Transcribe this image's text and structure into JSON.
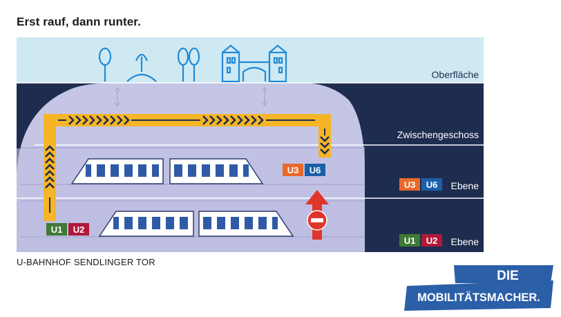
{
  "title": "Erst rauf, dann runter.",
  "caption": "U-BAHNHOF SENDLINGER TOR",
  "levels": {
    "surface": "Oberfläche",
    "mezzanine": "Zwischengeschoss",
    "upper_platform": {
      "lines": [
        "U3",
        "U6"
      ],
      "suffix": "Ebene"
    },
    "lower_platform": {
      "lines": [
        "U1",
        "U2"
      ],
      "suffix": "Ebene"
    }
  },
  "route": {
    "start_lines": [
      "U1",
      "U2"
    ],
    "end_lines": [
      "U3",
      "U6"
    ]
  },
  "line_colors": {
    "U1": "#3f7a36",
    "U2": "#b0193a",
    "U3": "#e8692a",
    "U6": "#1b5fa8"
  },
  "icons": [
    "tree-icon",
    "fountain-icon",
    "tree-icon",
    "tree-icon",
    "city-gate-icon",
    "up-down-arrow-icon",
    "no-entry-icon",
    "up-arrow-icon"
  ],
  "logo": {
    "line1": "DIE",
    "line2": "MOBILITÄTSMACHER."
  },
  "colors": {
    "sky": "#cfe9f3",
    "underground": "#1e2d4f",
    "station": "#c5c5e6",
    "route": "#f6b526",
    "train_window": "#2f5aa6",
    "no_entry_red": "#e0352b",
    "logo_blue": "#2b5fa8"
  }
}
